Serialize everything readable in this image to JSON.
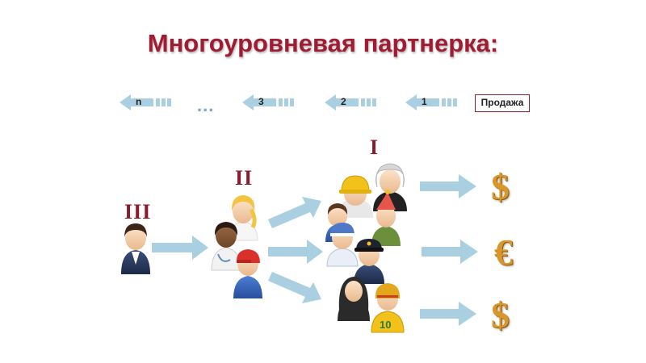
{
  "title": "Многоуровневая партнерка:",
  "level_arrows": [
    {
      "label": "n"
    },
    {
      "label": "3"
    },
    {
      "label": "2"
    },
    {
      "label": "1"
    }
  ],
  "ellipsis": "...",
  "sale_label": "Продажа",
  "tiers": {
    "tier1": "I",
    "tier2": "II",
    "tier3": "III"
  },
  "currencies": [
    {
      "symbol": "$",
      "name": "dollar"
    },
    {
      "symbol": "€",
      "name": "euro"
    },
    {
      "symbol": "$",
      "name": "dollar"
    }
  ],
  "colors": {
    "title": "#a01c33",
    "arrow": "#a9cfe0",
    "roman": "#8b1a2b",
    "currency": "#d9962a"
  }
}
